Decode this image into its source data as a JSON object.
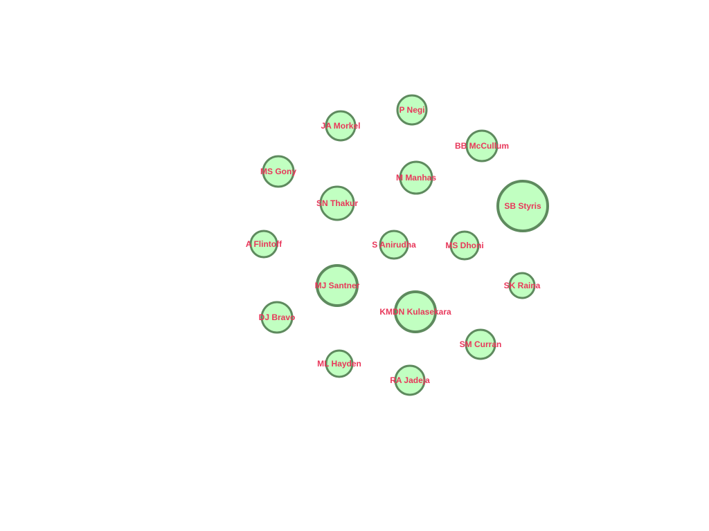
{
  "graph": {
    "colors": {
      "node_fill": "#c1ffc1",
      "node_stroke": "#5e8a5e",
      "label": "#e8375a"
    },
    "nodes": [
      {
        "id": "p-negi",
        "label": "P Negi"
      },
      {
        "id": "ja-morkel",
        "label": "JA Morkel"
      },
      {
        "id": "bb-mccullum",
        "label": "BB McCullum"
      },
      {
        "id": "ms-gony",
        "label": "MS Gony"
      },
      {
        "id": "m-manhas",
        "label": "M Manhas"
      },
      {
        "id": "sn-thakur",
        "label": "SN Thakur"
      },
      {
        "id": "sb-styris",
        "label": "SB Styris"
      },
      {
        "id": "a-flintoff",
        "label": "A Flintoff"
      },
      {
        "id": "s-anirudha",
        "label": "S Anirudha"
      },
      {
        "id": "ms-dhoni",
        "label": "MS Dhoni"
      },
      {
        "id": "mj-santner",
        "label": "MJ Santner"
      },
      {
        "id": "sk-raina",
        "label": "SK Raina"
      },
      {
        "id": "kmdn-kulasekara",
        "label": "KMDN Kulasekara"
      },
      {
        "id": "dj-bravo",
        "label": "DJ Bravo"
      },
      {
        "id": "sm-curran",
        "label": "SM Curran"
      },
      {
        "id": "ml-hayden",
        "label": "ML Hayden"
      },
      {
        "id": "ra-jadeja",
        "label": "RA Jadeja"
      }
    ]
  }
}
